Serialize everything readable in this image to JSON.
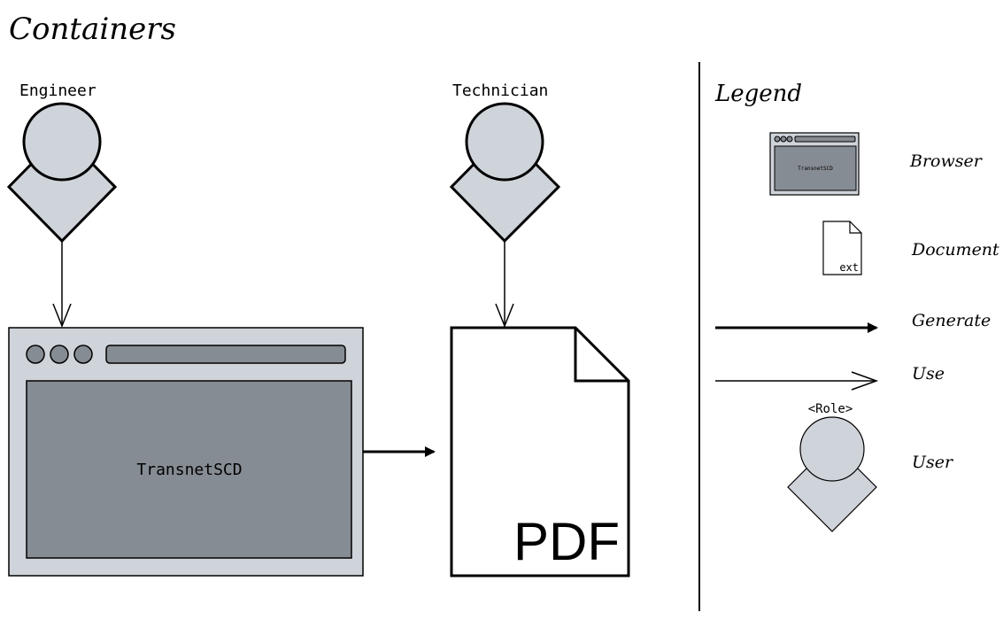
{
  "diagram": {
    "title": "Containers",
    "actors": {
      "engineer": "Engineer",
      "technician": "Technician"
    },
    "browser": {
      "label": "TransnetSCD"
    },
    "document": {
      "label": "PDF"
    }
  },
  "legend": {
    "title": "Legend",
    "browser": {
      "label": "Browser",
      "mini_label": "TransnetSCD"
    },
    "document": {
      "label": "Document",
      "ext": "ext"
    },
    "generate": {
      "label": "Generate"
    },
    "use": {
      "label": "Use"
    },
    "user": {
      "label": "User",
      "role": "<Role>"
    }
  },
  "colors": {
    "shape_fill": "#cfd3da",
    "screen_fill": "#868c93",
    "stroke": "#000000"
  }
}
